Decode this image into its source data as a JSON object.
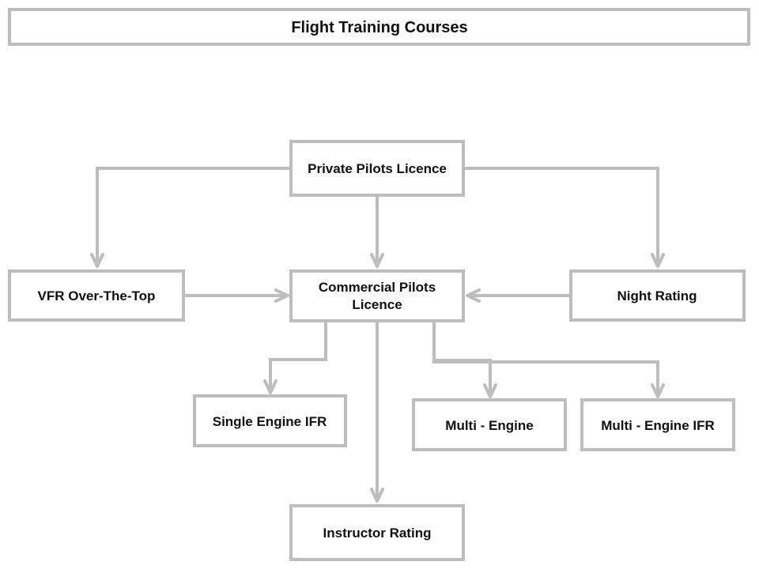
{
  "title": "Flight Training Courses",
  "colors": {
    "stroke": "#bdbdbd",
    "text": "#111111",
    "background": "#ffffff"
  },
  "nodes": {
    "ppl": {
      "label": "Private Pilots Licence"
    },
    "cpl": {
      "line1": "Commercial Pilots",
      "line2": "Licence"
    },
    "vfr": {
      "label": "VFR Over-The-Top"
    },
    "night": {
      "label": "Night Rating"
    },
    "single_ifr": {
      "label": "Single Engine IFR"
    },
    "multi": {
      "label": "Multi - Engine"
    },
    "multi_ifr": {
      "label": "Multi - Engine IFR"
    },
    "instructor": {
      "label": "Instructor Rating"
    }
  },
  "edges": [
    {
      "from": "Private Pilots Licence",
      "to": "VFR Over-The-Top"
    },
    {
      "from": "Private Pilots Licence",
      "to": "Commercial Pilots Licence"
    },
    {
      "from": "Private Pilots Licence",
      "to": "Night Rating"
    },
    {
      "from": "VFR Over-The-Top",
      "to": "Commercial Pilots Licence"
    },
    {
      "from": "Night Rating",
      "to": "Commercial Pilots Licence"
    },
    {
      "from": "Commercial Pilots Licence",
      "to": "Single Engine IFR"
    },
    {
      "from": "Commercial Pilots Licence",
      "to": "Multi - Engine"
    },
    {
      "from": "Commercial Pilots Licence",
      "to": "Multi - Engine IFR"
    },
    {
      "from": "Commercial Pilots Licence",
      "to": "Instructor Rating"
    }
  ]
}
